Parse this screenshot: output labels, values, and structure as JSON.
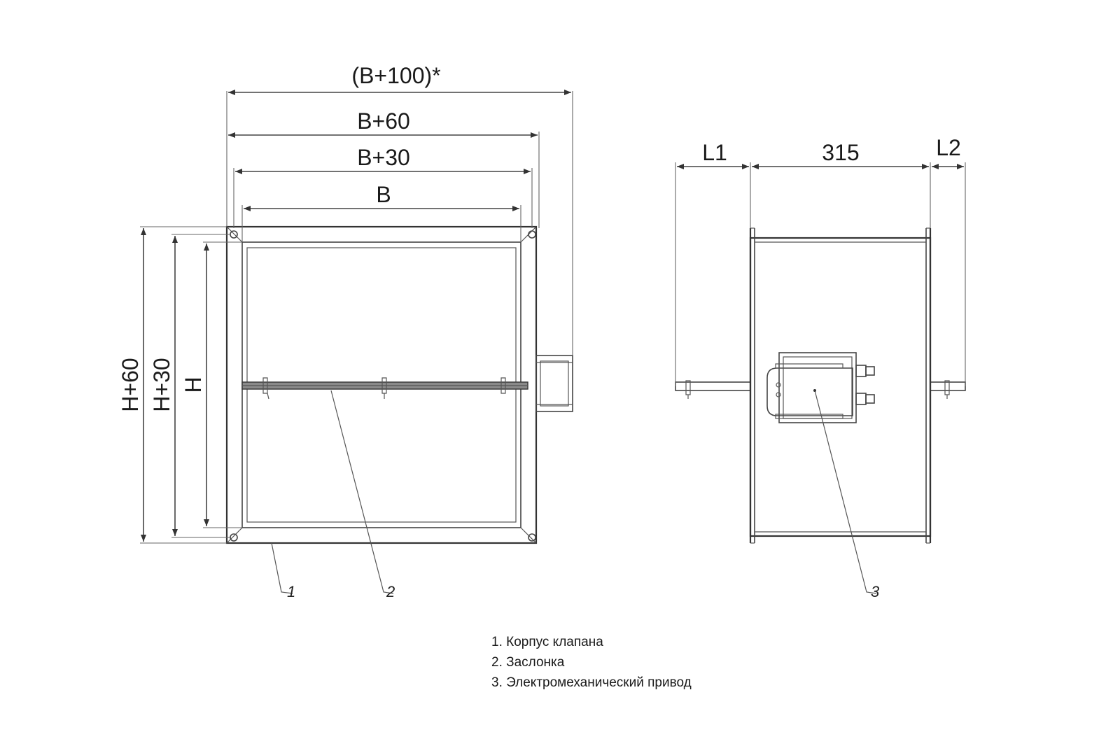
{
  "dimensions": {
    "front": {
      "width_overall": "(B+100)*",
      "width_flange": "B+60",
      "width_holes": "B+30",
      "width_inner": "B",
      "height_flange": "H+60",
      "height_holes": "H+30",
      "height_inner": "H"
    },
    "side": {
      "left_overhang": "L1",
      "body_length": "315",
      "right_overhang": "L2"
    }
  },
  "callouts": [
    "1",
    "2",
    "3"
  ],
  "legend": [
    "1. Корпус клапана",
    "2. Заслонка",
    "3. Электромеханический привод"
  ]
}
